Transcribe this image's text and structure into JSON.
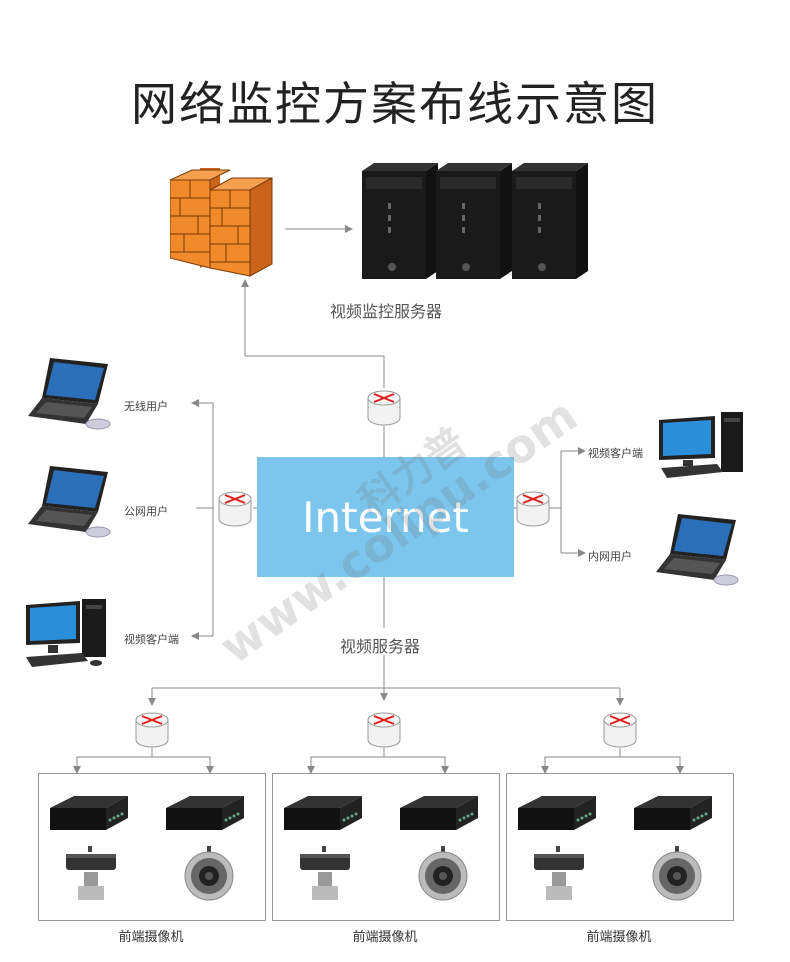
{
  "title": "网络监控方案布线示意图",
  "internet_label": "Internet",
  "watermark": {
    "line1": "科力普",
    "line2": "www.colipu.com"
  },
  "labels": {
    "video_monitor_server": "视频监控服务器",
    "video_server": "视频服务器",
    "left_wireless_user": "无线用户",
    "left_public_user": "公网用户",
    "left_video_client": "视频客户端",
    "right_video_client": "视频客户端",
    "right_intranet_user": "内网用户",
    "front_camera_1": "前端摄像机",
    "front_camera_2": "前端摄像机",
    "front_camera_3": "前端摄像机"
  },
  "colors": {
    "internet_fill": "#7cc6ee",
    "firewall": "#f08a2a",
    "router_cross": "#e02020",
    "line": "#888888",
    "server_body": "#1a1a1a"
  },
  "icons": [
    "firewall-icon",
    "server-tower-icon",
    "router-icon",
    "laptop-icon",
    "desktop-pc-icon",
    "nvr-box-icon",
    "dome-camera-icon",
    "bullet-camera-icon"
  ]
}
